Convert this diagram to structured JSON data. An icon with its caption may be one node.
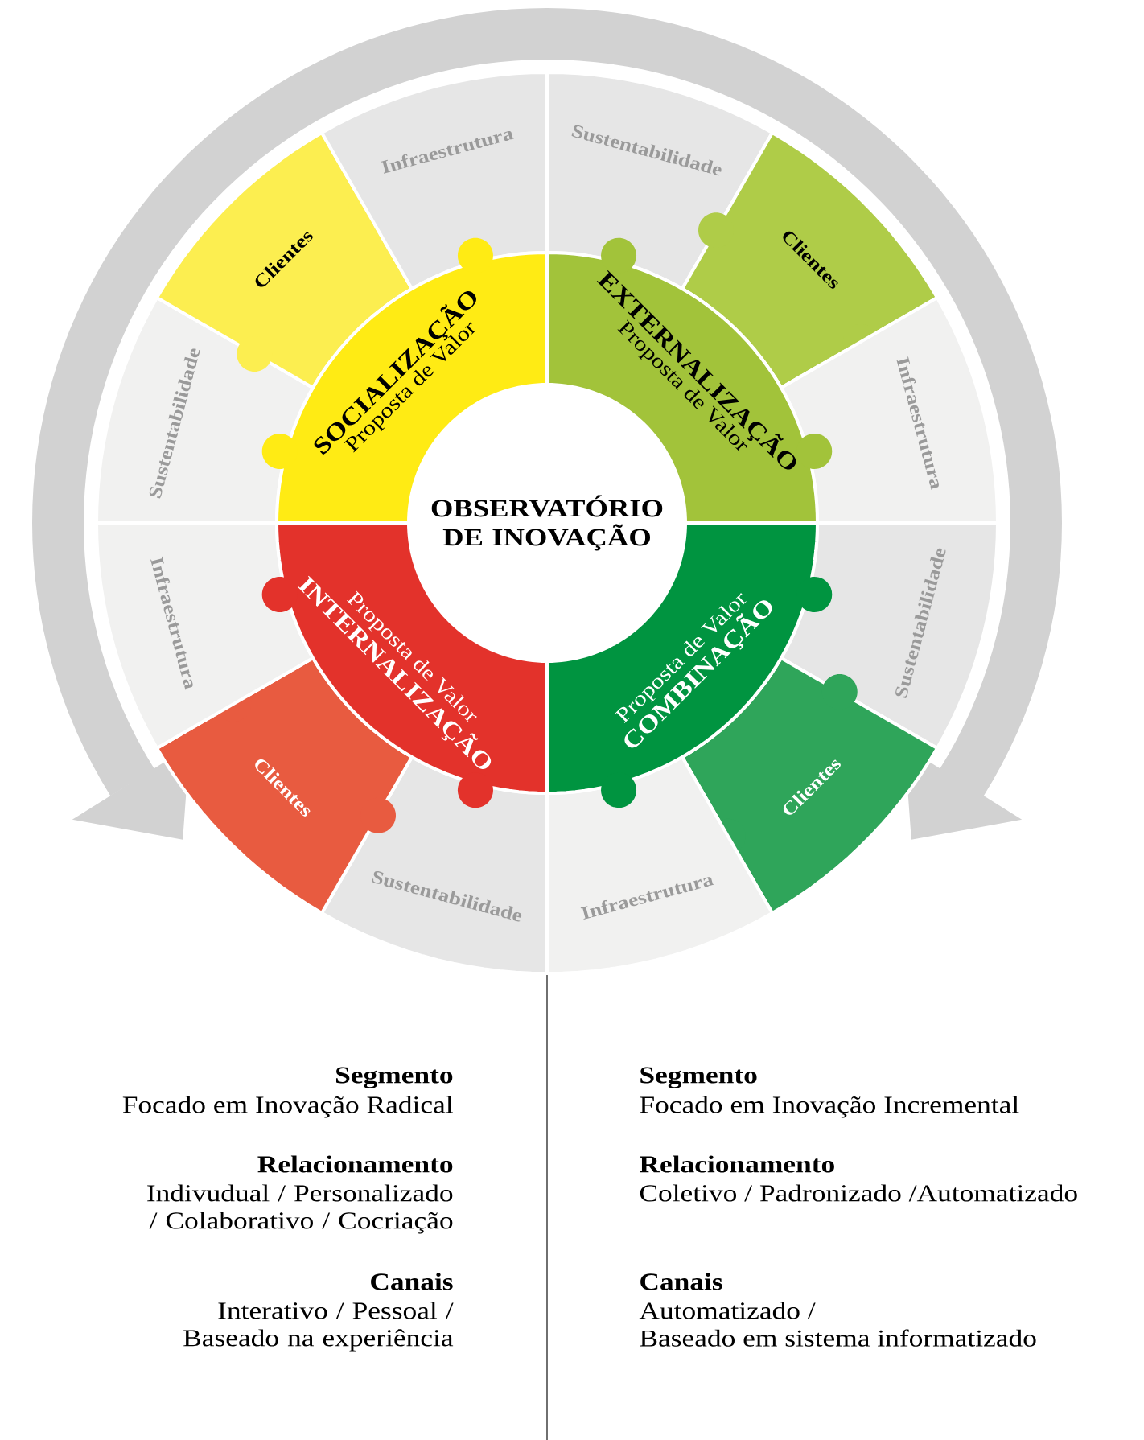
{
  "diagram": {
    "nodes": [
      {
        "text": [
          "OBSERVATÓRIO DE INOVAÇÃO"
        ]
      },
      {
        "text": [
          "SOCIALIZAÇÃO",
          "Proposta de Valor"
        ]
      },
      {
        "text": [
          "EXTERNALIZAÇÃO",
          "Proposta de Valor"
        ]
      },
      {
        "text": [
          "Proposta de Valor",
          "INTERNALIZAÇÃO"
        ]
      },
      {
        "text": [
          "Proposta de Valor",
          "COMBINAÇÃO"
        ]
      },
      {
        "text": [
          "Sustentabilidade"
        ]
      },
      {
        "text": [
          "Clientes"
        ]
      },
      {
        "text": [
          "Infraestrutura"
        ]
      },
      {
        "text": [
          "Sustentabilidade"
        ]
      },
      {
        "text": [
          "Clientes"
        ]
      },
      {
        "text": [
          "Infraestrutura"
        ]
      },
      {
        "text": [
          "Sustentabilidade"
        ]
      },
      {
        "text": [
          "Clientes"
        ]
      },
      {
        "text": [
          "Infraestrutura"
        ]
      },
      {
        "text": [
          "Sustentabilidade"
        ]
      },
      {
        "text": [
          "Clientes"
        ]
      },
      {
        "text": [
          "Infraestrutura"
        ]
      }
    ],
    "labels": [
      "Segmento",
      "Focado em Inovação Radical",
      "Relacionamento",
      "Indivudual / Personalizado / Colaborativo / Cocriação",
      "Canais",
      "Interativo / Pessoal / Baseado na experiência",
      "Segmento",
      "Focado em Inovação Incremental",
      "Relacionamento",
      "Coletivo / Padronizado /Automatizado",
      "Canais",
      "Automatizado /",
      "Baseado em sistema informatizado"
    ]
  }
}
